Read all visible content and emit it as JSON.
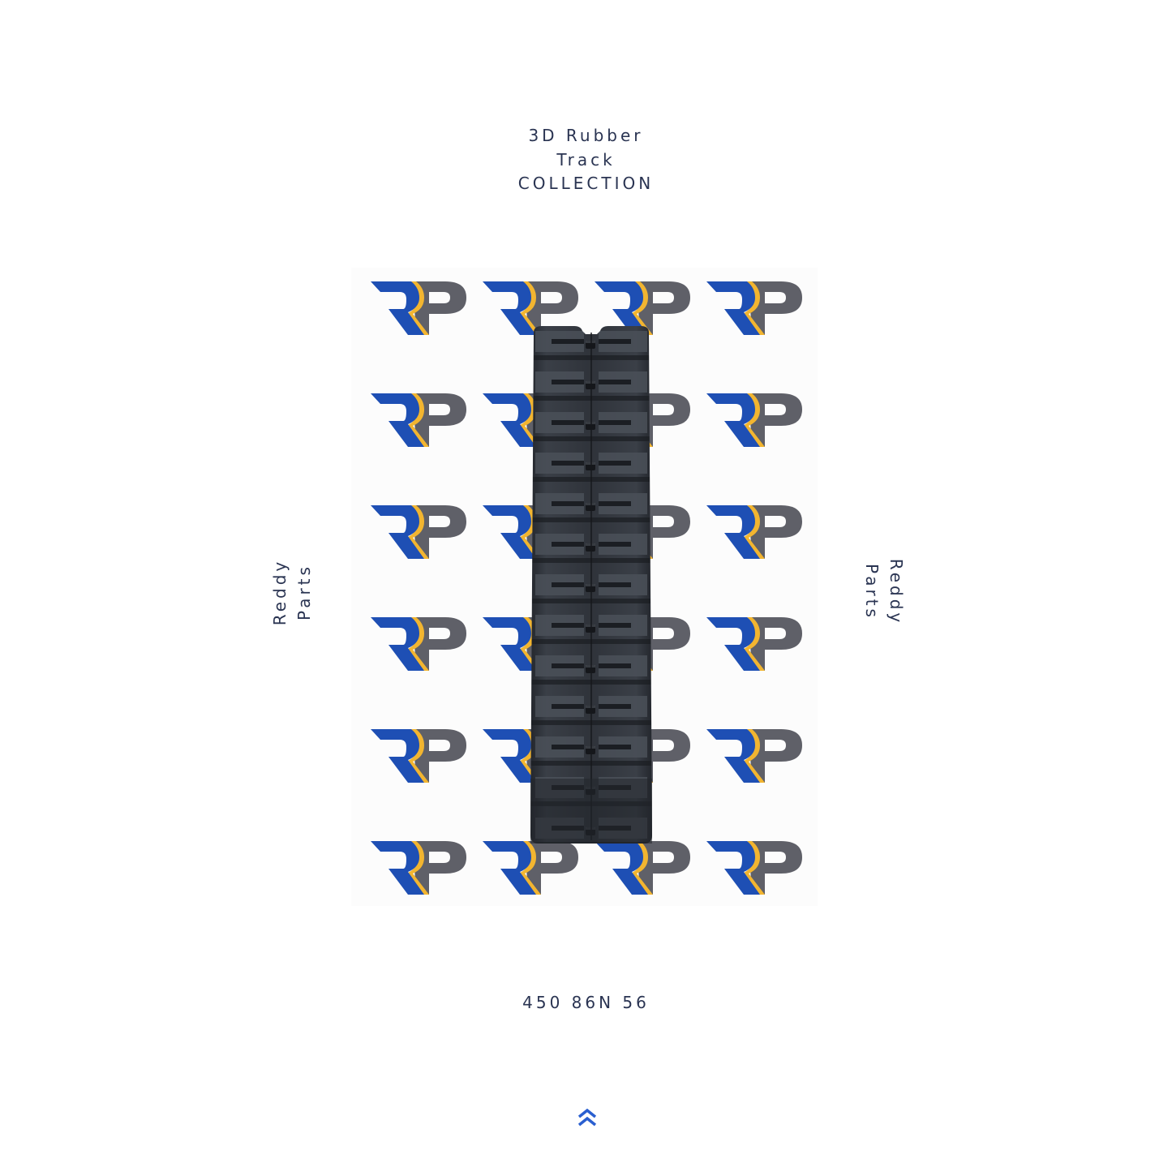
{
  "header": {
    "title_lines": [
      "3D Rubber",
      "Track",
      "COLLECTION"
    ]
  },
  "product": {
    "image_alt": "Black rubber track over Reddy Parts RP logo pattern",
    "code": "450 86N 56",
    "logo_text": "RP",
    "logo_grid": {
      "columns": 4,
      "rows": 6
    }
  },
  "side_labels": {
    "left": [
      "Reddy",
      "Parts"
    ],
    "right": [
      "Reddy",
      "Parts"
    ]
  },
  "footer": {
    "scroll_top_icon": "double-chevron-up-icon"
  },
  "colors": {
    "text": "#2a3452",
    "logo_blue": "#1e4fb4",
    "logo_gold": "#f2b530",
    "logo_gray": "#5f6068",
    "track_dark": "#2d3138",
    "chevron": "#2a5fd0"
  }
}
